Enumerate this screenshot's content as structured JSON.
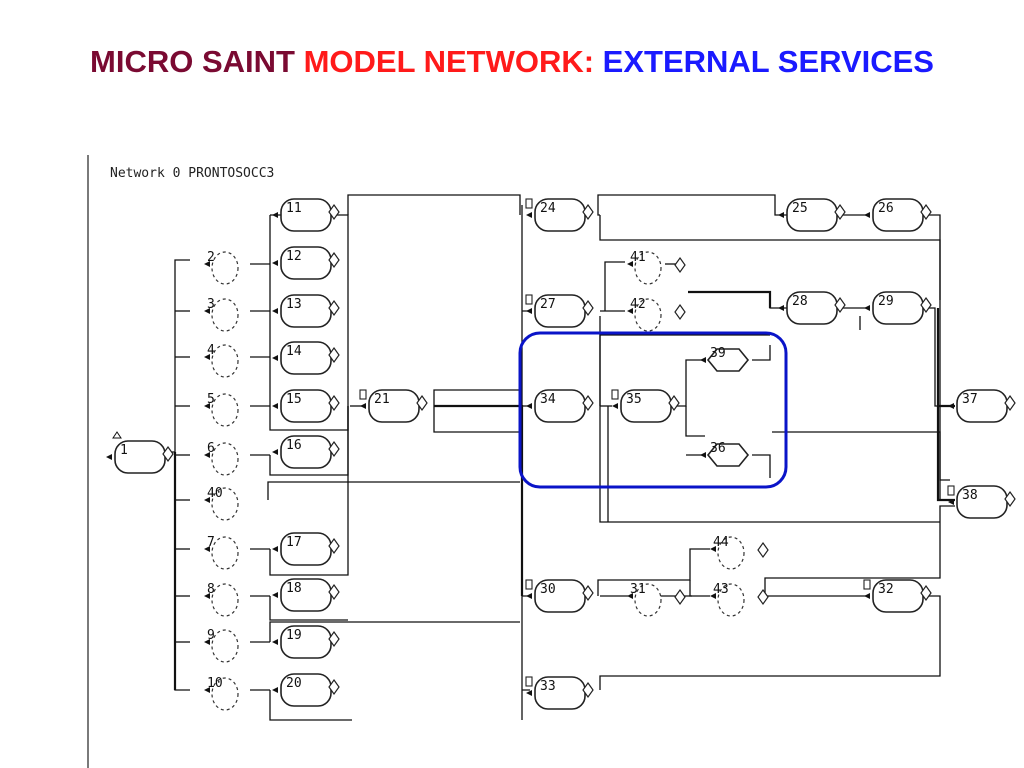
{
  "title": {
    "part1": "MICRO SAINT ",
    "part2": "MODEL NETWORK: ",
    "part3": "EXTERNAL SERVICES",
    "colors": {
      "part1": "#7a0a32",
      "part2": "#ff1a1a",
      "part3": "#1a1aff"
    }
  },
  "network_label": "Network 0 PRONTOSOCC3",
  "highlight_color": "#0a14c8",
  "nodes": [
    {
      "id": "1",
      "shape": "task"
    },
    {
      "id": "2",
      "shape": "subnet"
    },
    {
      "id": "3",
      "shape": "subnet"
    },
    {
      "id": "4",
      "shape": "subnet"
    },
    {
      "id": "5",
      "shape": "subnet"
    },
    {
      "id": "6",
      "shape": "subnet"
    },
    {
      "id": "40",
      "shape": "subnet"
    },
    {
      "id": "7",
      "shape": "subnet"
    },
    {
      "id": "8",
      "shape": "subnet"
    },
    {
      "id": "9",
      "shape": "subnet"
    },
    {
      "id": "10",
      "shape": "subnet"
    },
    {
      "id": "11",
      "shape": "task"
    },
    {
      "id": "12",
      "shape": "task"
    },
    {
      "id": "13",
      "shape": "task"
    },
    {
      "id": "14",
      "shape": "task"
    },
    {
      "id": "15",
      "shape": "task"
    },
    {
      "id": "16",
      "shape": "task"
    },
    {
      "id": "17",
      "shape": "task"
    },
    {
      "id": "18",
      "shape": "task"
    },
    {
      "id": "19",
      "shape": "task"
    },
    {
      "id": "20",
      "shape": "task"
    },
    {
      "id": "21",
      "shape": "task"
    },
    {
      "id": "24",
      "shape": "task"
    },
    {
      "id": "25",
      "shape": "task"
    },
    {
      "id": "26",
      "shape": "task"
    },
    {
      "id": "41",
      "shape": "subnet"
    },
    {
      "id": "42",
      "shape": "subnet"
    },
    {
      "id": "27",
      "shape": "task"
    },
    {
      "id": "28",
      "shape": "task"
    },
    {
      "id": "29",
      "shape": "task"
    },
    {
      "id": "39",
      "shape": "hex"
    },
    {
      "id": "34",
      "shape": "task"
    },
    {
      "id": "35",
      "shape": "task"
    },
    {
      "id": "36",
      "shape": "hex"
    },
    {
      "id": "37",
      "shape": "task"
    },
    {
      "id": "38",
      "shape": "task"
    },
    {
      "id": "44",
      "shape": "subnet"
    },
    {
      "id": "30",
      "shape": "task"
    },
    {
      "id": "31",
      "shape": "subnet"
    },
    {
      "id": "43",
      "shape": "subnet"
    },
    {
      "id": "32",
      "shape": "task"
    },
    {
      "id": "33",
      "shape": "task"
    }
  ]
}
